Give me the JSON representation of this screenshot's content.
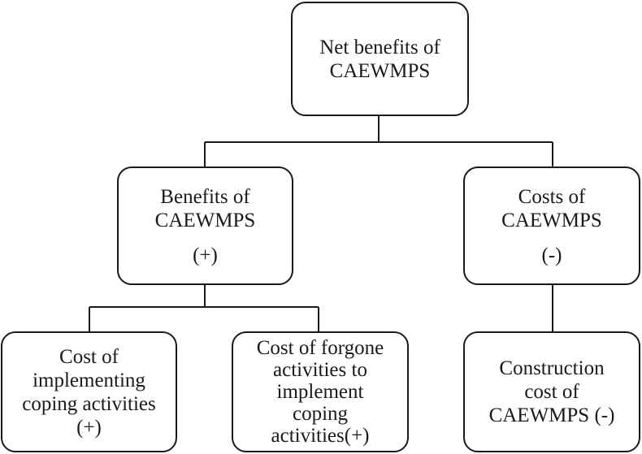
{
  "diagram": {
    "root": {
      "line1": "Net benefits of",
      "line2": "CAEWMPS"
    },
    "benefits": {
      "line1": "Benefits of",
      "line2": "CAEWMPS",
      "sign": "(+)"
    },
    "costs": {
      "line1": "Costs of",
      "line2": "CAEWMPS",
      "sign": "(-)"
    },
    "implementing": {
      "line1": "Cost of",
      "line2": "implementing",
      "line3": "coping activities",
      "line4": "(+)"
    },
    "forgone": {
      "line1": "Cost of forgone",
      "line2": "activities to",
      "line3": "implement",
      "line4": "coping",
      "line5": "activities(+)"
    },
    "construction": {
      "line1": "Construction",
      "line2": "cost of",
      "line3": "CAEWMPS (-)"
    }
  },
  "colors": {
    "stroke": "#1a1a1a",
    "fill": "#ffffff",
    "text": "#1a1a1a"
  }
}
